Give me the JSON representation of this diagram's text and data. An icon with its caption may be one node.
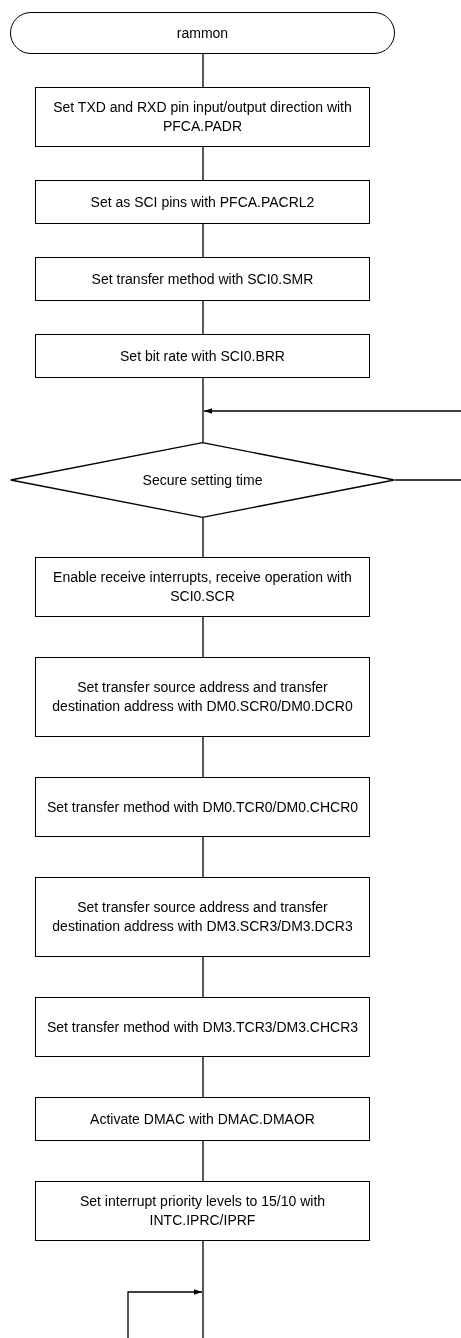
{
  "diagram": {
    "nodes": [
      {
        "text": [
          "rammon"
        ]
      },
      {
        "text": [
          "Set TXD and RXD pin input/output direction with PFCA.PADR"
        ]
      },
      {
        "text": [
          "Set as SCI pins with PFCA.PACRL2"
        ]
      },
      {
        "text": [
          "Set transfer method with SCI0.SMR"
        ]
      },
      {
        "text": [
          "Set bit rate with SCI0.BRR"
        ]
      },
      {
        "text": [
          "Secure setting time"
        ]
      },
      {
        "text": [
          "Enable receive interrupts, receive operation with SCI0.SCR"
        ]
      },
      {
        "text": [
          "Set transfer source address and transfer destination address with DM0.SCR0/DM0.DCR0"
        ]
      },
      {
        "text": [
          "Set transfer method with DM0.TCR0/DM0.CHCR0"
        ]
      },
      {
        "text": [
          "Set transfer source address and transfer destination address with DM3.SCR3/DM3.DCR3"
        ]
      },
      {
        "text": [
          "Set transfer method with DM3.TCR3/DM3.CHCR3"
        ]
      },
      {
        "text": [
          "Activate DMAC with DMAC.DMAOR"
        ]
      },
      {
        "text": [
          "Set interrupt priority levels to 15/10 with INTC.IPRC/IPRF"
        ]
      }
    ],
    "edges": [
      {
        "from": 0,
        "to": 1,
        "arrow": "none"
      },
      {
        "from": 1,
        "to": 2,
        "arrow": "none"
      },
      {
        "from": 2,
        "to": 3,
        "arrow": "none"
      },
      {
        "from": 3,
        "to": 4,
        "arrow": "none"
      },
      {
        "from": 4,
        "to": 5,
        "arrow": "none"
      },
      {
        "from": null,
        "to": 5,
        "arrow": "to"
      },
      {
        "from": 5,
        "to": null,
        "arrow": "none"
      },
      {
        "from": 5,
        "to": 6,
        "arrow": "none"
      },
      {
        "from": 6,
        "to": 7,
        "arrow": "none"
      },
      {
        "from": 7,
        "to": 8,
        "arrow": "none"
      },
      {
        "from": 8,
        "to": 9,
        "arrow": "none"
      },
      {
        "from": 9,
        "to": 10,
        "arrow": "none"
      },
      {
        "from": 10,
        "to": 11,
        "arrow": "none"
      },
      {
        "from": 11,
        "to": 12,
        "arrow": "none"
      },
      {
        "from": 12,
        "to": null,
        "arrow": "none"
      },
      {
        "from": null,
        "to": 12,
        "arrow": "to"
      }
    ]
  }
}
